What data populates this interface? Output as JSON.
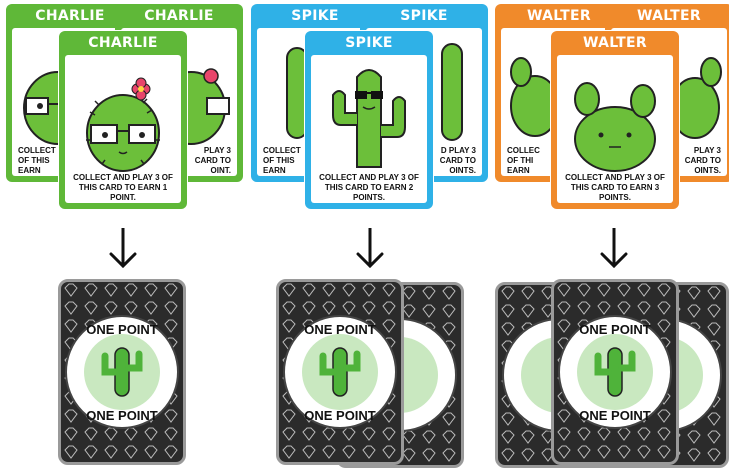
{
  "groups": [
    {
      "name": "CHARLIE",
      "text": "COLLECT AND PLAY 3 OF THIS CARD TO EARN 1 POINT.",
      "color": "#5fb838",
      "back_label": "ONE POINT"
    },
    {
      "name": "SPIKE",
      "text": "COLLECT AND PLAY 3 OF THIS CARD TO EARN 2 POINTS.",
      "color": "#2fb1e7",
      "back_label": "ONE POINT"
    },
    {
      "name": "WALTER",
      "text": "COLLECT AND PLAY 3 OF THIS CARD TO EARN 3 POINTS.",
      "color": "#f08a2b",
      "back_label": "ONE POINT"
    }
  ],
  "partial_texts": {
    "charlie_left": "COLLECT\nOF THIS\nEARN",
    "charlie_right": "PLAY 3\nCARD TO\nOINT.",
    "spike_left": "COLLECT\nOF THIS\nEARN",
    "spike_right": "D PLAY 3\nCARD TO\nOINTS.",
    "walter_left": "COLLEC\nOF THI\nEARN",
    "walter_right": "PLAY 3\nCARD TO\nOINTS."
  }
}
